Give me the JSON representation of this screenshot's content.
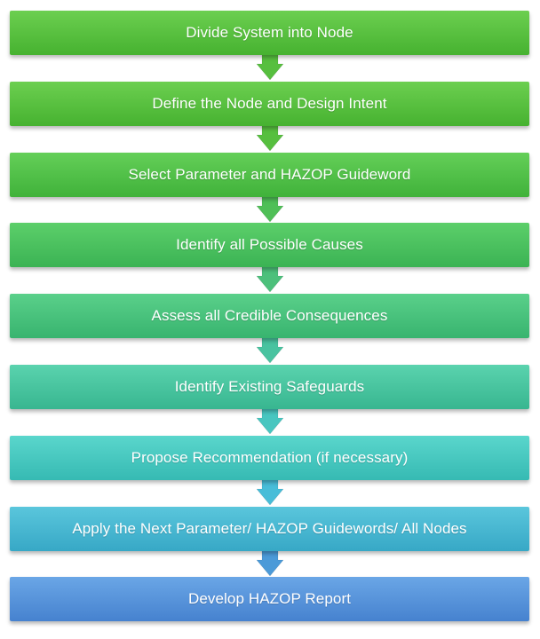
{
  "diagram": {
    "steps": [
      {
        "label": "Divide System into Node",
        "color_top": "#6ccf50",
        "color_bottom": "#46b230"
      },
      {
        "label": "Define the Node and Design Intent",
        "color_top": "#6ccf50",
        "color_bottom": "#46b230"
      },
      {
        "label": "Select Parameter and HAZOP Guideword",
        "color_top": "#64cf58",
        "color_bottom": "#40b23a"
      },
      {
        "label": "Identify all Possible Causes",
        "color_top": "#5ccf6a",
        "color_bottom": "#3bb354"
      },
      {
        "label": "Assess all Credible Consequences",
        "color_top": "#5ad08a",
        "color_bottom": "#38b46f"
      },
      {
        "label": "Identify Existing Safeguards",
        "color_top": "#5ad3ae",
        "color_bottom": "#38b690"
      },
      {
        "label": "Propose Recommendation (if necessary)",
        "color_top": "#5ad6cc",
        "color_bottom": "#36bab3"
      },
      {
        "label": "Apply the Next Parameter/ HAZOP Guidewords/ All Nodes",
        "color_top": "#5ac6dc",
        "color_bottom": "#37a8c6"
      },
      {
        "label": "Develop HAZOP Report",
        "color_top": "#6aa6e6",
        "color_bottom": "#4682cf"
      }
    ],
    "connector_colors": [
      "#57bf3f",
      "#57bf3f",
      "#4fbf57",
      "#4cc07b",
      "#49c3a0",
      "#48c6c0",
      "#48bdd8",
      "#4b9ad8"
    ]
  }
}
